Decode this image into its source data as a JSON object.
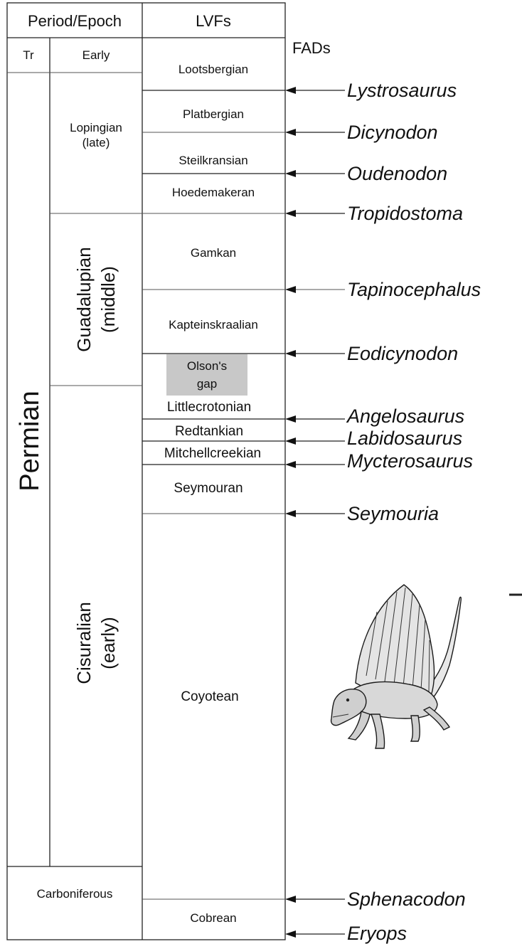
{
  "chart_data": {
    "type": "table",
    "headers": {
      "period_epoch": "Period/Epoch",
      "lvfs": "LVFs",
      "fads": "FADs"
    },
    "periods": [
      {
        "label": "Tr"
      },
      {
        "label": "Permian"
      },
      {
        "label": "Carboniferous"
      }
    ],
    "epochs": [
      {
        "label": "Early"
      },
      {
        "line1": "Lopingian",
        "line2": "(late)"
      },
      {
        "line1": "Guadalupian",
        "line2": "(middle)"
      },
      {
        "line1": "Cisuralian",
        "line2": "(early)"
      }
    ],
    "lvfs": [
      {
        "line1": "Lootsbergian"
      },
      {
        "line1": "Platbergian"
      },
      {
        "line1": "Steilkransian"
      },
      {
        "line1": "Hoedemakeran"
      },
      {
        "line1": "Gamkan"
      },
      {
        "line1": "Kapteinskraalian"
      },
      {
        "line1": "Olson's",
        "line2": "gap"
      },
      {
        "line1": "Littlecrotonian"
      },
      {
        "line1": "Redtankian"
      },
      {
        "line1": "Mitchellcreekian"
      },
      {
        "line1": "Seymouran"
      },
      {
        "line1": "Coyotean"
      },
      {
        "line1": "Cobrean"
      }
    ],
    "fads": [
      {
        "taxon": "Lystrosaurus"
      },
      {
        "taxon": "Dicynodon"
      },
      {
        "taxon": "Oudenodon"
      },
      {
        "taxon": "Tropidostoma"
      },
      {
        "taxon": "Tapinocephalus"
      },
      {
        "taxon": "Eodicynodon"
      },
      {
        "taxon": "Angelosaurus"
      },
      {
        "taxon": "Labidosaurus"
      },
      {
        "taxon": "Mycterosaurus"
      },
      {
        "taxon": "Seymouria"
      },
      {
        "taxon": "Sphenacodon"
      },
      {
        "taxon": "Eryops"
      }
    ],
    "colors": {
      "gap_fill": "#c8c8c8",
      "line": "#222222",
      "text": "#111111"
    }
  }
}
